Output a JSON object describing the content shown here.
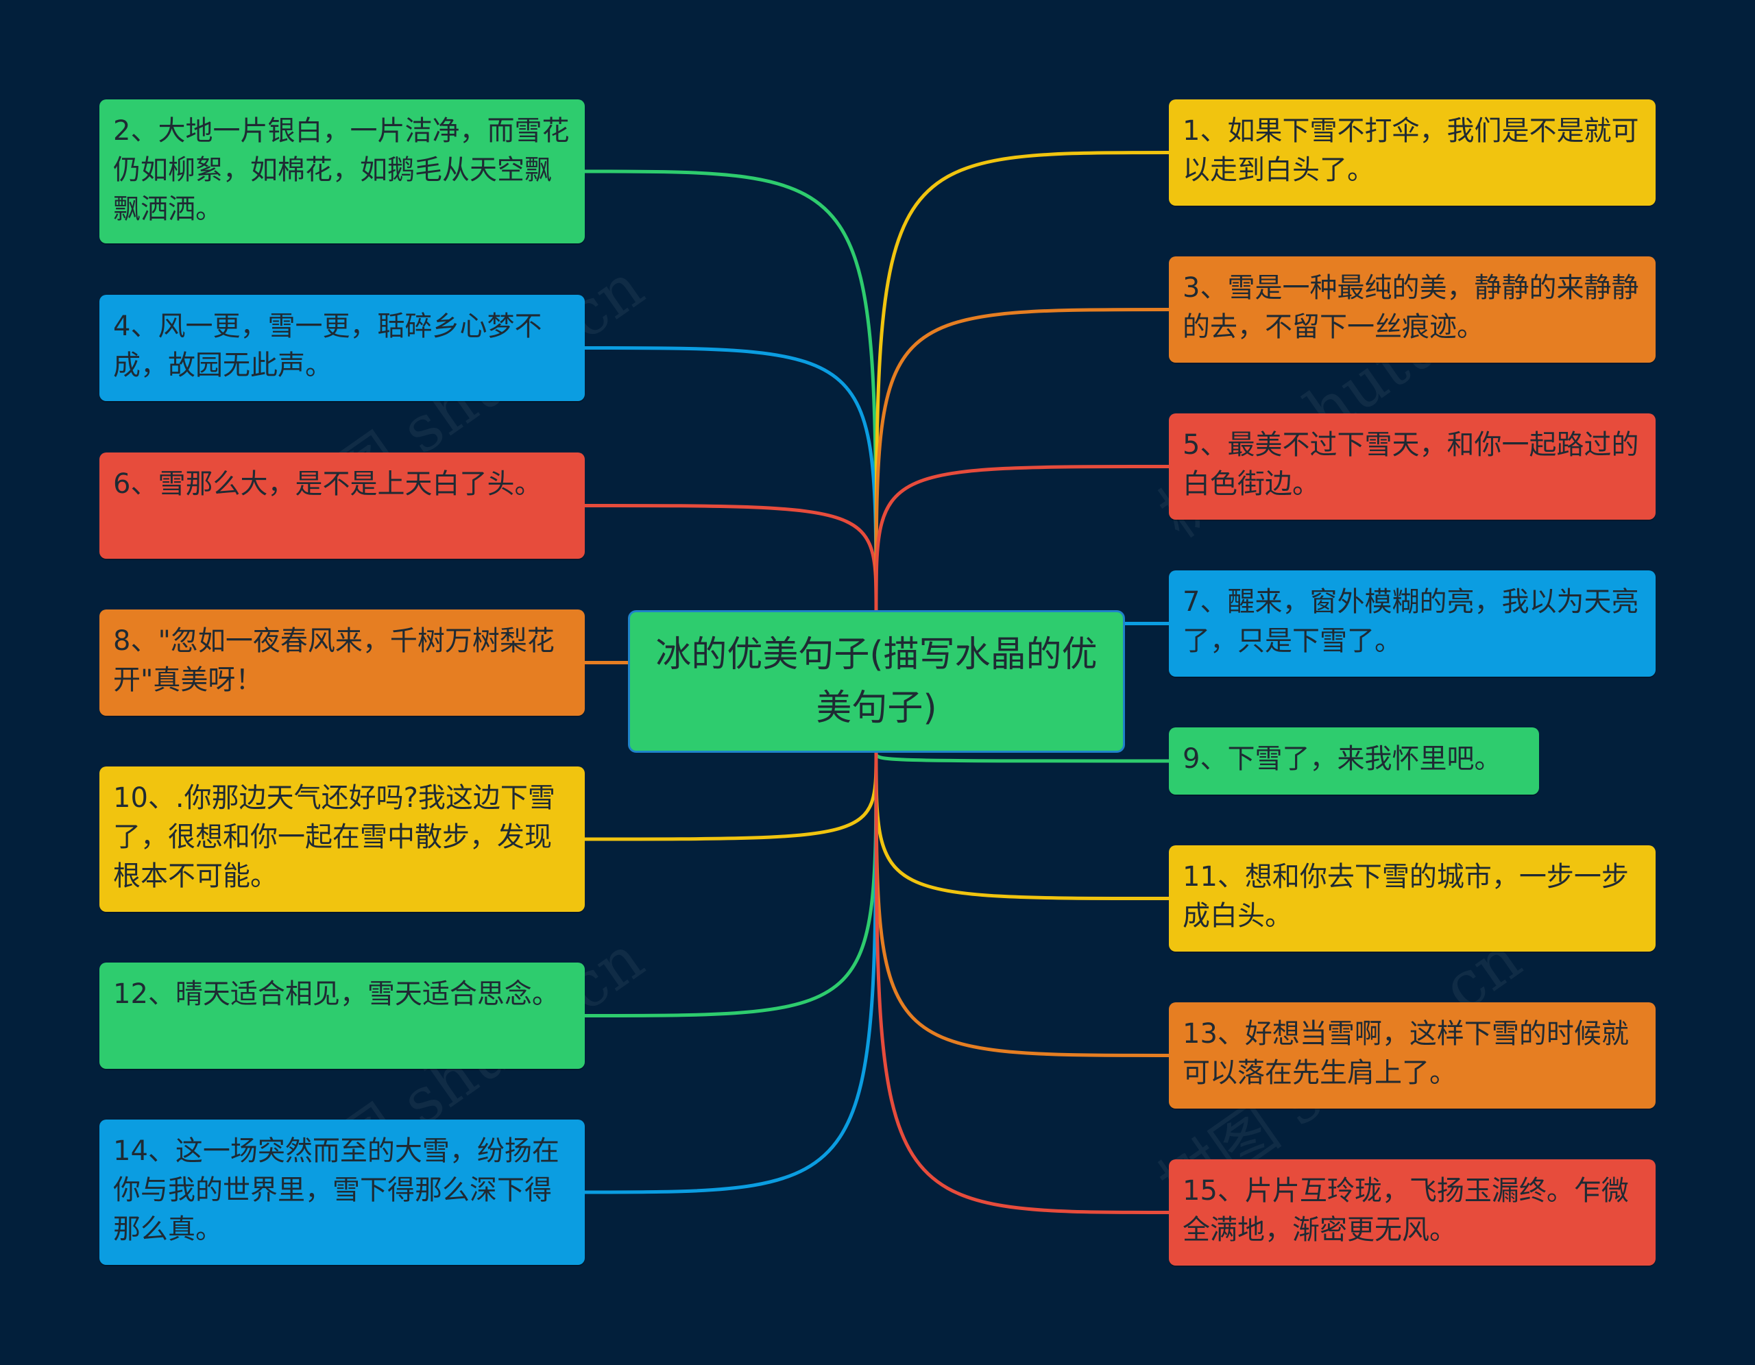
{
  "center": {
    "text": "冰的优美句子(描写水晶的优美句子)",
    "color": "#2ecc6e"
  },
  "left_nodes": [
    {
      "text": "2、大地一片银白，一片洁净，而雪花仍如柳絮，如棉花，如鹅毛从天空飘飘洒洒。",
      "color": "#2ecc6e"
    },
    {
      "text": "4、风一更，雪一更，聒碎乡心梦不成，故园无此声。",
      "color": "#0b9de1"
    },
    {
      "text": "6、雪那么大，是不是上天白了头。",
      "color": "#e74c3c"
    },
    {
      "text": "8、\"忽如一夜春风来，千树万树梨花开\"真美呀！",
      "color": "#e67e22"
    },
    {
      "text": "10、.你那边天气还好吗?我这边下雪了，很想和你一起在雪中散步，发现根本不可能。",
      "color": "#f1c40f"
    },
    {
      "text": "12、晴天适合相见，雪天适合思念。",
      "color": "#2ecc6e"
    },
    {
      "text": "14、这一场突然而至的大雪，纷扬在你与我的世界里，雪下得那么深下得那么真。",
      "color": "#0b9de1"
    }
  ],
  "right_nodes": [
    {
      "text": "1、如果下雪不打伞，我们是不是就可以走到白头了。",
      "color": "#f1c40f"
    },
    {
      "text": "3、雪是一种最纯的美，静静的来静静的去，不留下一丝痕迹。",
      "color": "#e67e22"
    },
    {
      "text": "5、最美不过下雪天，和你一起路过的白色街边。",
      "color": "#e74c3c"
    },
    {
      "text": "7、醒来，窗外模糊的亮，我以为天亮了，只是下雪了。",
      "color": "#0b9de1"
    },
    {
      "text": "9、下雪了，来我怀里吧。",
      "color": "#2ecc6e"
    },
    {
      "text": "11、想和你去下雪的城市，一步一步成白头。",
      "color": "#f1c40f"
    },
    {
      "text": "13、好想当雪啊，这样下雪的时候就可以落在先生肩上了。",
      "color": "#e67e22"
    },
    {
      "text": "15、片片互玲珑，飞扬玉漏终。乍微全满地，渐密更无风。",
      "color": "#e74c3c"
    }
  ],
  "watermark": "树图 shutu.cn"
}
